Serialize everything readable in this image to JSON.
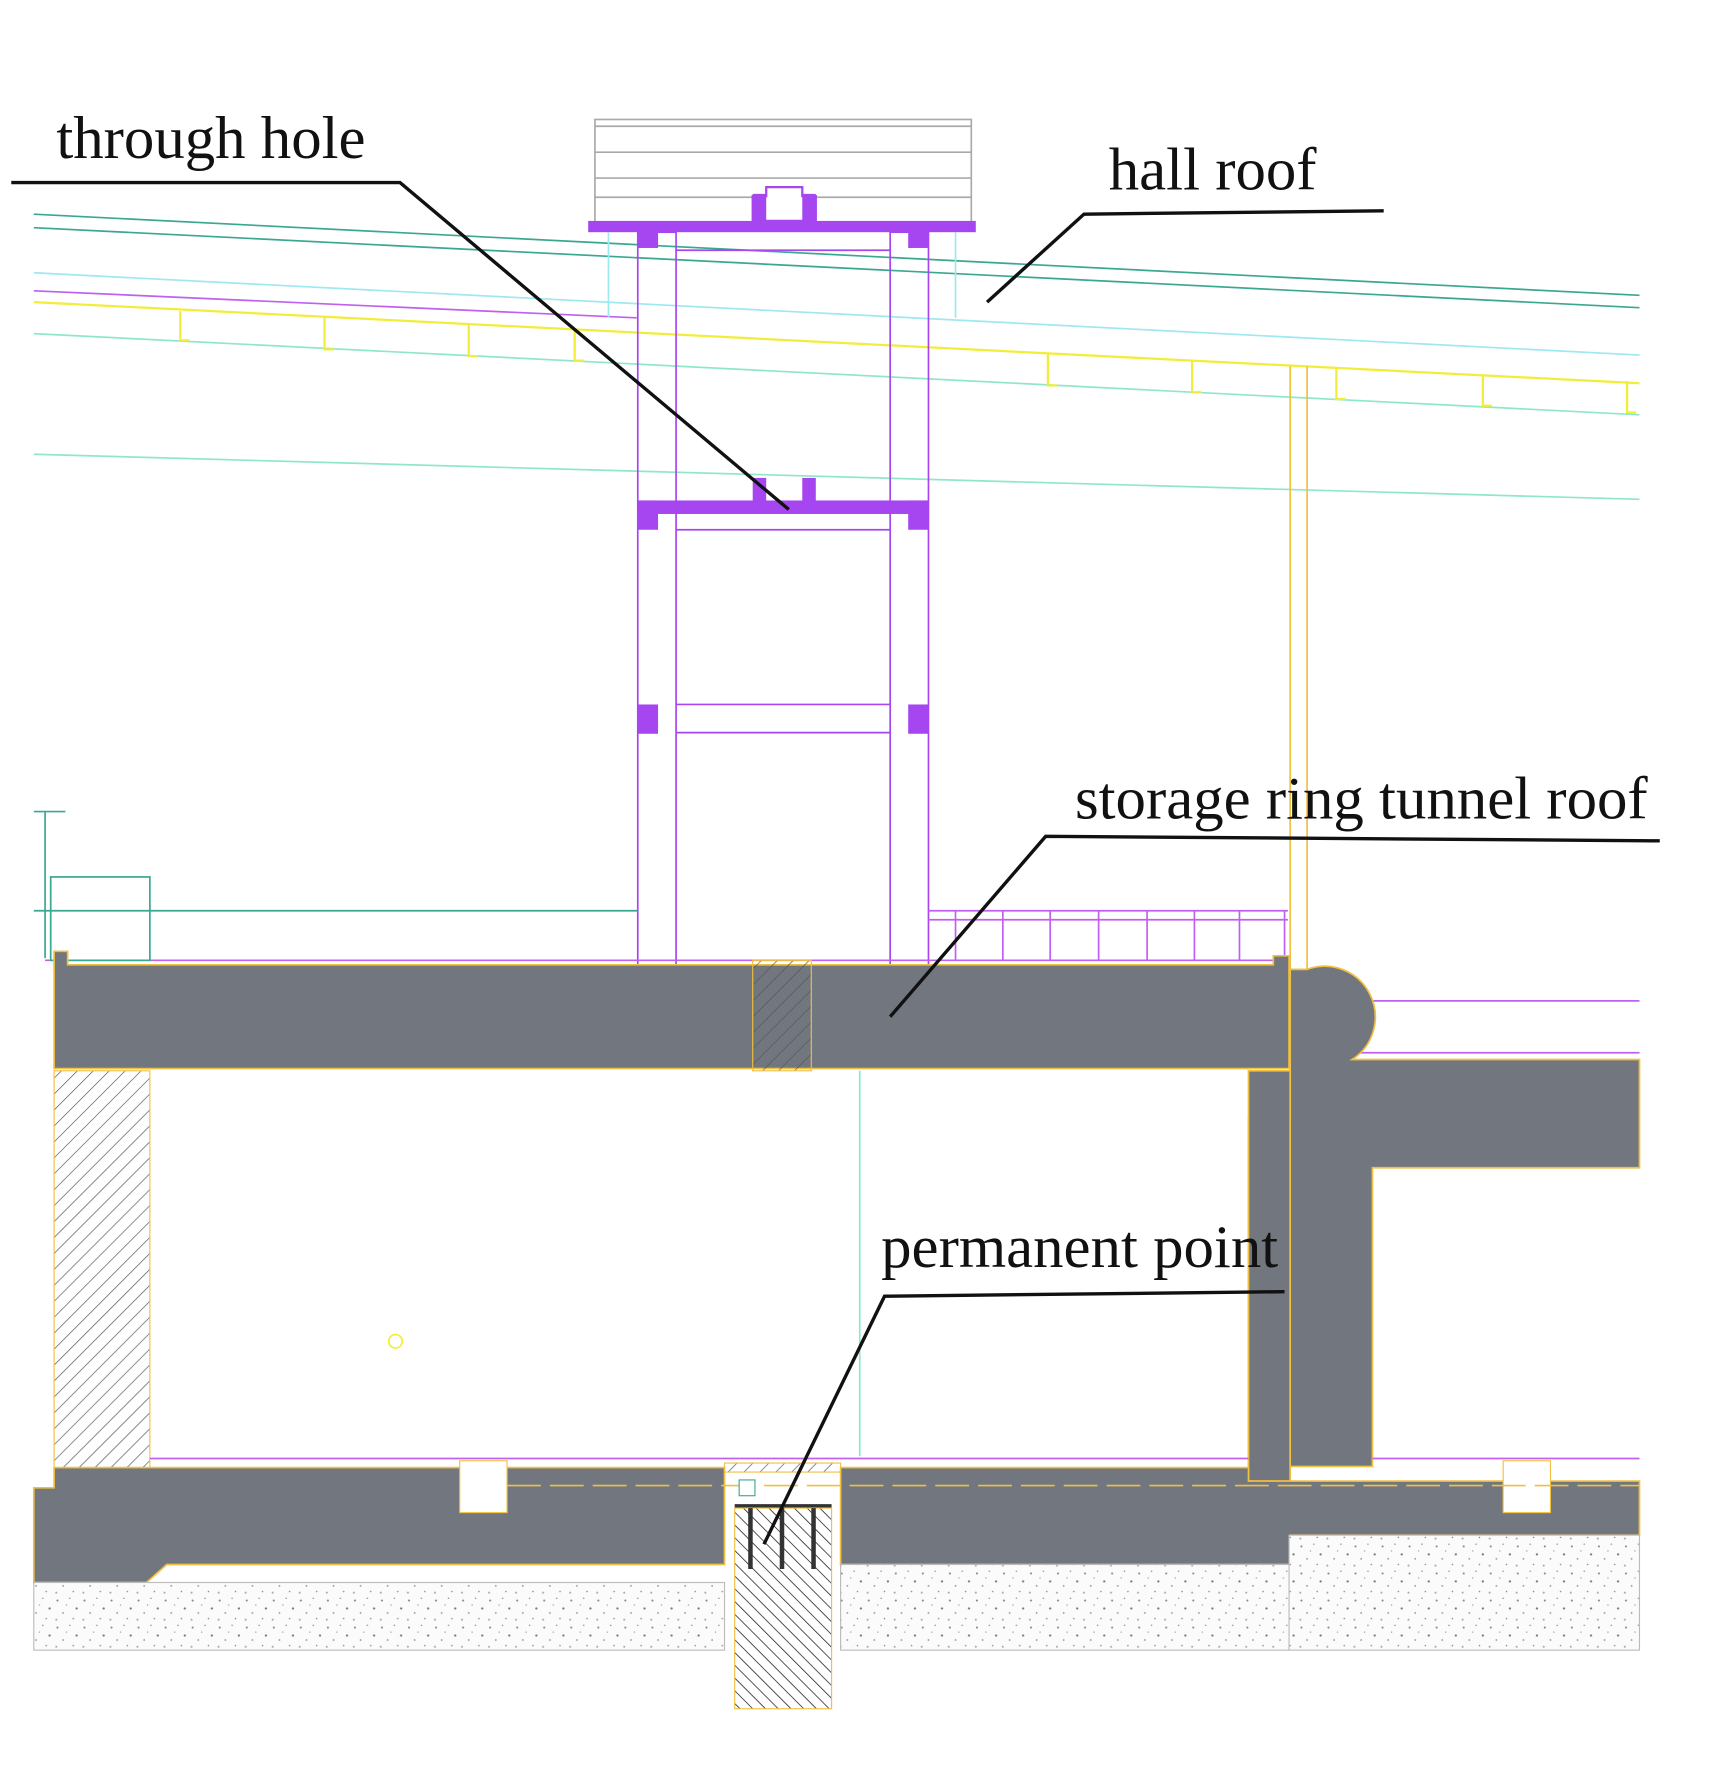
{
  "labels": {
    "through_hole": "through hole",
    "hall_roof": "hall roof",
    "storage_ring_tunnel_roof": "storage ring tunnel roof",
    "permanent_point": "permanent point"
  },
  "colors": {
    "concrete": "#72777f",
    "structure": "#a646f0",
    "purlin": "#f2ec3a",
    "roof_line": "#3aa890",
    "light_line": "#8ee8c8",
    "outline": "#f0c040"
  }
}
